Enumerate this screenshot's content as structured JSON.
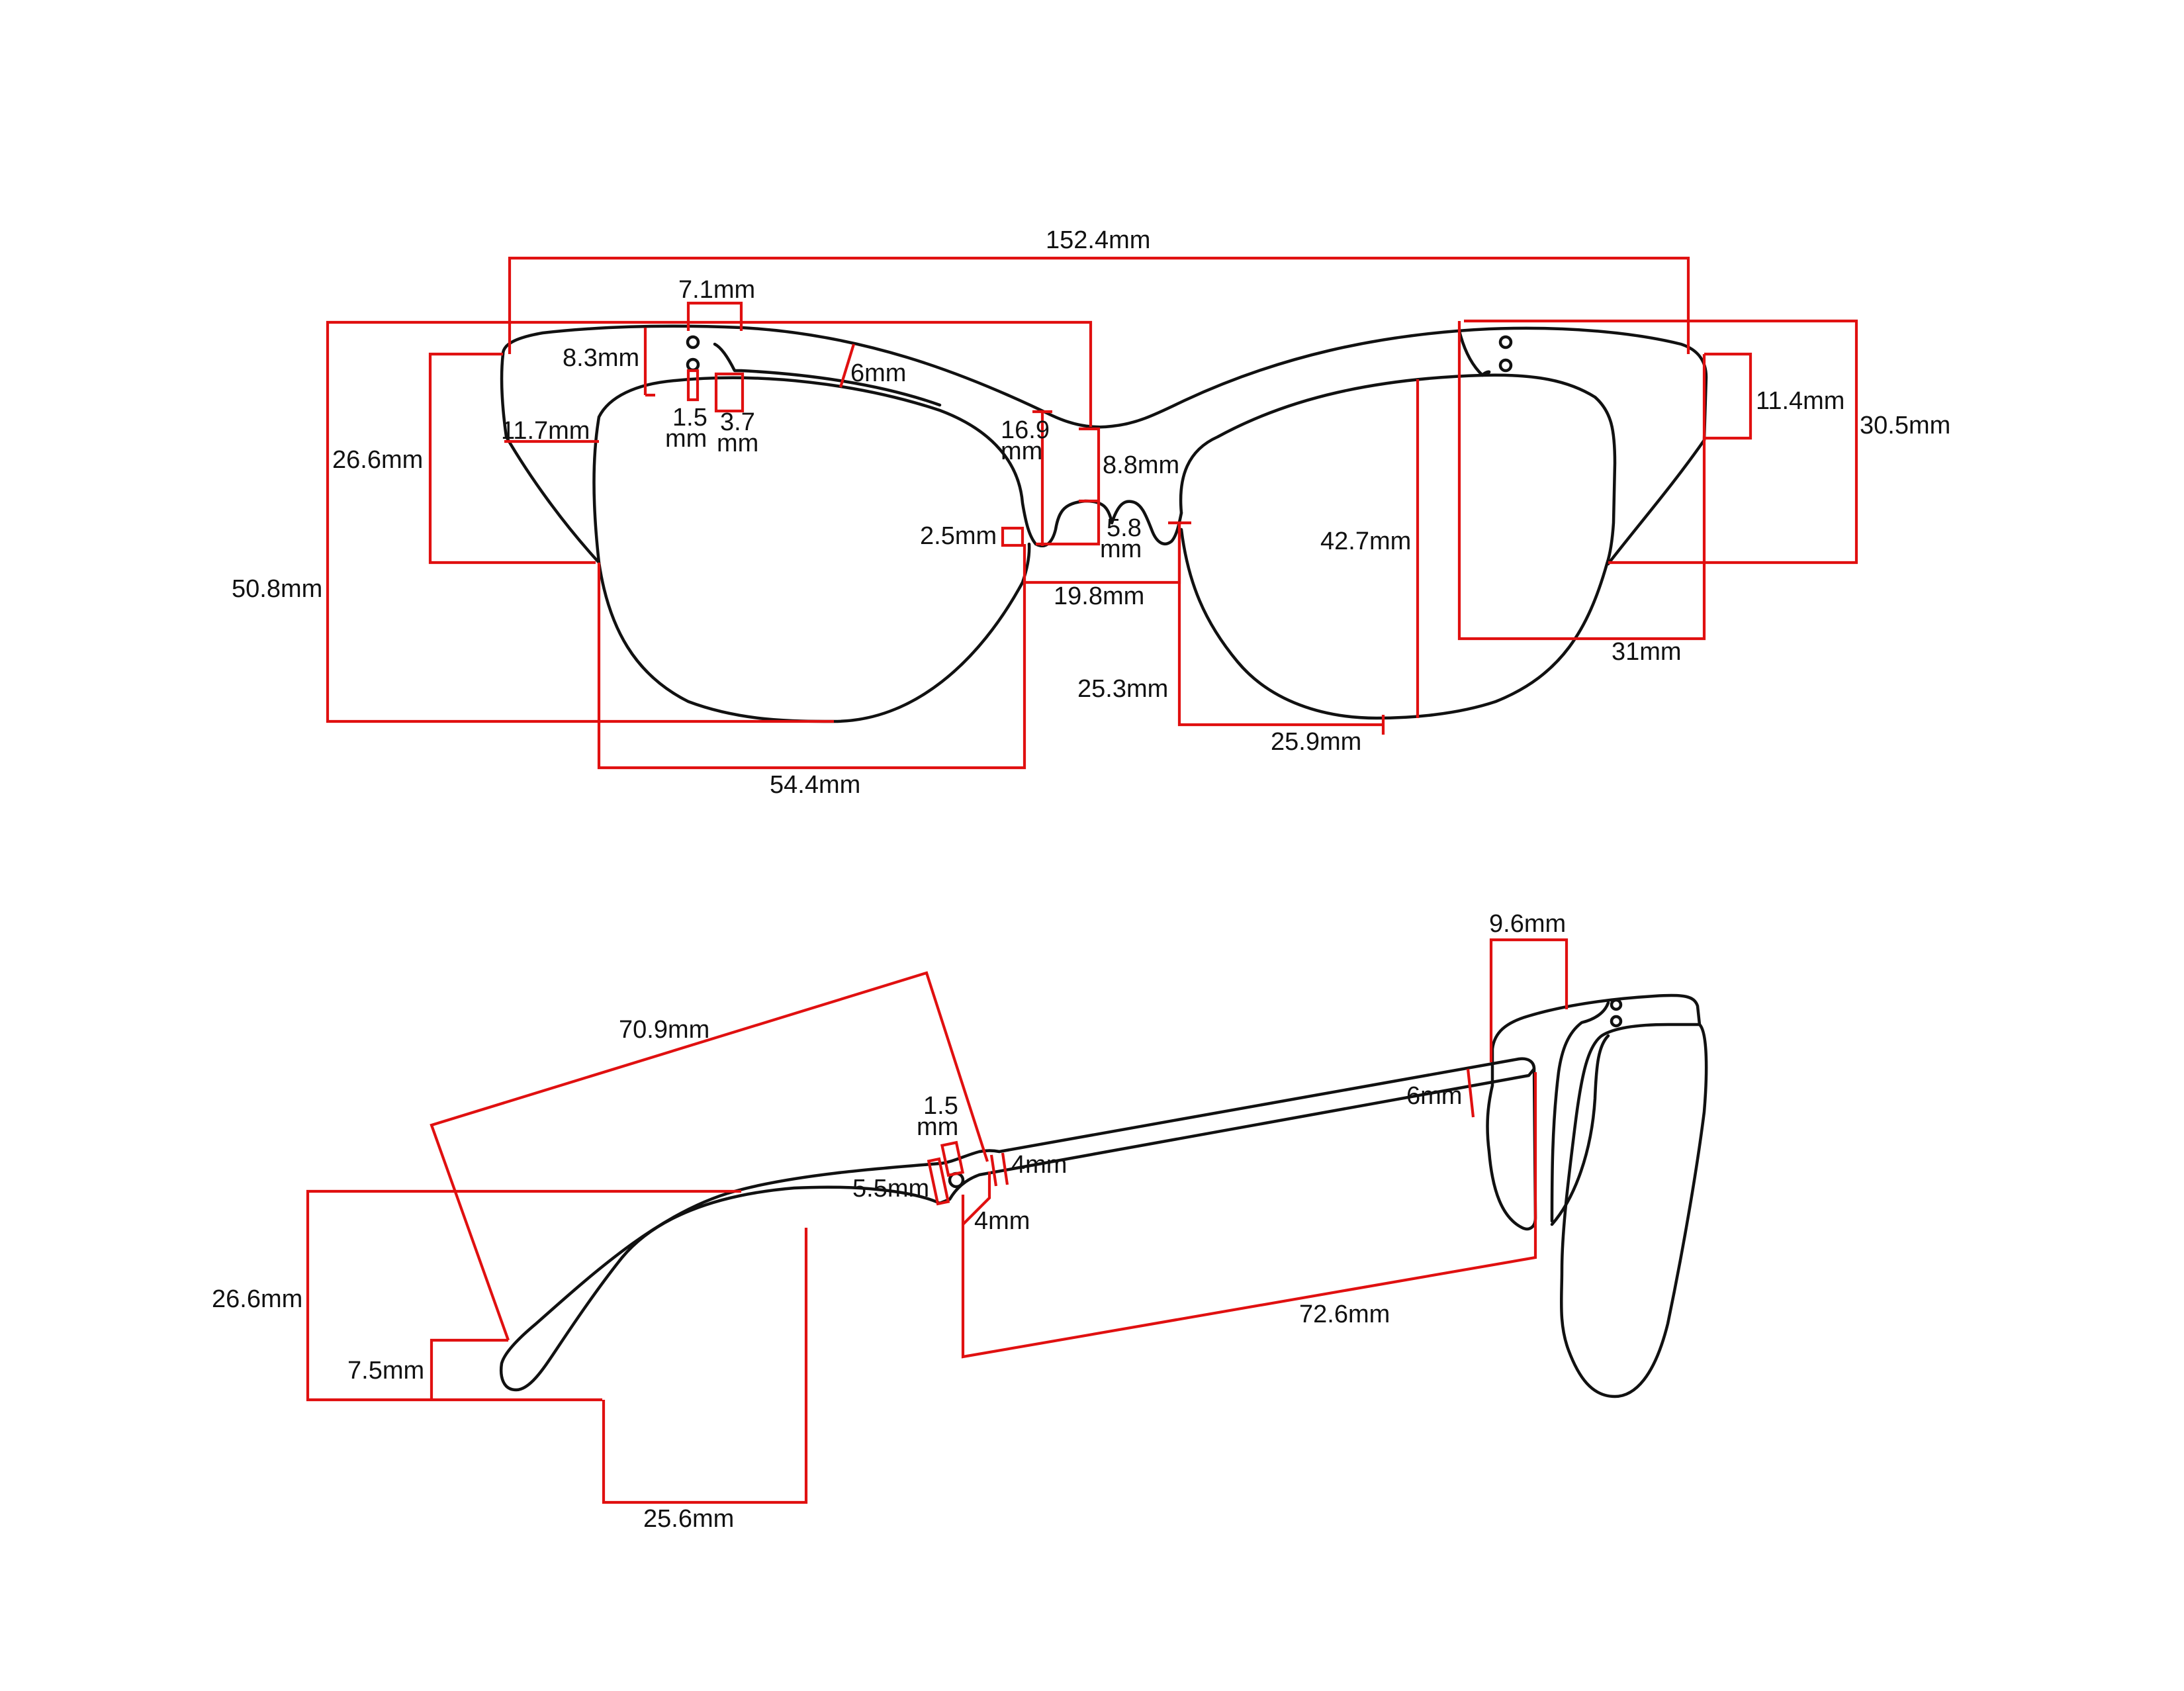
{
  "colors": {
    "frame": "#111111",
    "dimension": "#e01010",
    "background": "#ffffff"
  },
  "front_view": {
    "overall_width": "152.4mm",
    "lug_width": "7.1mm",
    "top_rim_height": "8.3mm",
    "brow_width": "6mm",
    "rim_thickness": "11.7mm",
    "pin_diameter": "1.5\nmm",
    "hinge_width": "3.7\nmm",
    "outer_height": "26.6mm",
    "total_height": "50.8mm",
    "bridge_height": "16.9\nmm",
    "bridge_thickness": "8.8mm",
    "pad_width": "2.5mm",
    "pad_height": "5.8\nmm",
    "bridge_width": "19.8mm",
    "lens_lower_height": "25.3mm",
    "lens_half_width": "25.9mm",
    "lens_width": "54.4mm",
    "lens_height": "42.7mm",
    "end_piece_height": "11.4mm",
    "side_height": "30.5mm",
    "side_depth": "31mm"
  },
  "side_view": {
    "temple_bend_length": "70.9mm",
    "pin_diameter": "1.5\nmm",
    "hinge_length": "5.5mm",
    "temple_thickness_top": "4mm",
    "temple_thickness_bottom": "4mm",
    "temple_drop_height": "26.6mm",
    "tip_height": "7.5mm",
    "tip_length": "25.6mm",
    "temple_length": "72.6mm",
    "front_thickness": "9.6mm",
    "front_temple_width": "6mm"
  }
}
